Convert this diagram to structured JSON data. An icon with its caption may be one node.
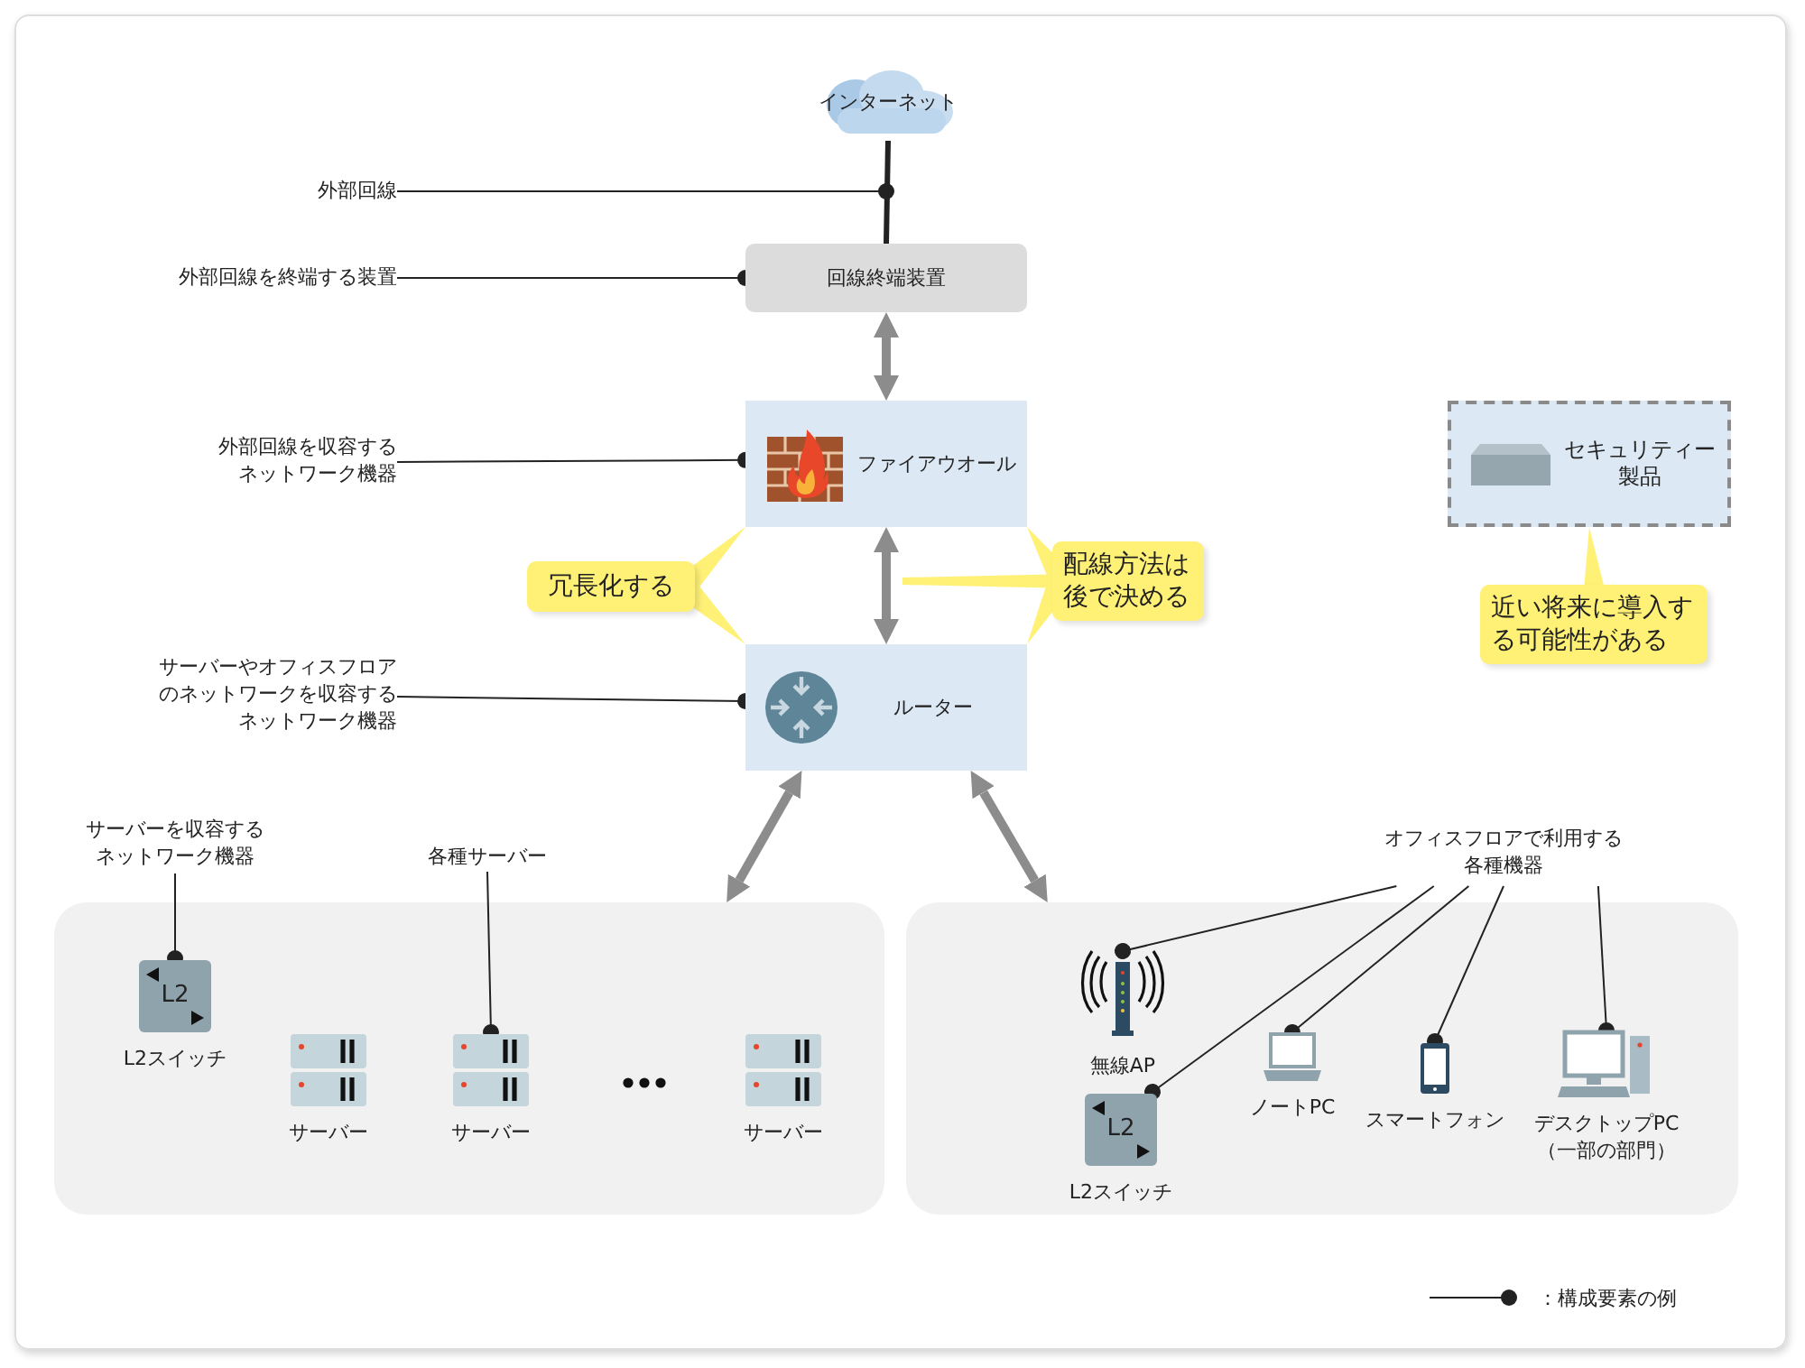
{
  "diagram": {
    "nodes": [
      {
        "text": [
          "インターネット"
        ]
      },
      {
        "text": [
          "回線終端装置"
        ]
      },
      {
        "text": [
          "ファイアウオール"
        ]
      },
      {
        "text": [
          "ルーター"
        ]
      },
      {
        "text": [
          "セキュリティー製品"
        ]
      },
      {
        "text": [
          "冗長化する"
        ]
      },
      {
        "text": [
          "配線方法は後で決める"
        ]
      },
      {
        "text": [
          "近い将来に導入する可能性がある"
        ]
      },
      {
        "text": [
          "外部回線"
        ]
      },
      {
        "text": [
          "外部回線を終端する装置"
        ]
      },
      {
        "text": [
          "外部回線を収容するネットワーク機器"
        ]
      },
      {
        "text": [
          "サーバーやオフィスフロアのネットワークを収容するネットワーク機器"
        ]
      },
      {
        "text": [],
        "shape": "box"
      },
      {
        "text": [],
        "shape": "box"
      },
      {
        "text": [
          "L2",
          "L2スイッチ"
        ],
        "in": 12
      },
      {
        "text": [
          "サーバー"
        ],
        "in": 12
      },
      {
        "text": [
          "サーバー"
        ],
        "in": 12
      },
      {
        "text": [
          "サーバー"
        ],
        "in": 12
      },
      {
        "text": [
          "無線AP"
        ],
        "in": 13
      },
      {
        "text": [
          "L2",
          "L2スイッチ"
        ],
        "in": 13
      },
      {
        "text": [
          "ノートPC"
        ],
        "in": 13
      },
      {
        "text": [
          "スマートフォン"
        ],
        "in": 13
      },
      {
        "text": [
          "デスクトップPC（一部の部門）"
        ],
        "in": 13
      },
      {
        "text": [
          "サーバーを収容するネットワーク機器"
        ]
      },
      {
        "text": [
          "各種サーバー"
        ]
      },
      {
        "text": [
          "オフィスフロアで利用する各種機器"
        ]
      }
    ],
    "edges": [
      {
        "from": 0,
        "to": 1,
        "arrow": "none",
        "style": "thick"
      },
      {
        "from": 1,
        "to": 2,
        "arrow": "both",
        "style": "thick",
        "color": "#8c8c8c"
      },
      {
        "from": 2,
        "to": 3,
        "arrow": "both",
        "style": "thick",
        "color": "#8c8c8c"
      },
      {
        "from": 3,
        "to": 12,
        "arrow": "both",
        "style": "thick",
        "color": "#8c8c8c"
      },
      {
        "from": 3,
        "to": 13,
        "arrow": "both",
        "style": "thick",
        "color": "#8c8c8c"
      },
      {
        "from": 8,
        "to": null,
        "arrow": "other"
      },
      {
        "from": 9,
        "to": 1,
        "arrow": "other"
      },
      {
        "from": 10,
        "to": 2,
        "arrow": "other"
      },
      {
        "from": 11,
        "to": 3,
        "arrow": "other"
      },
      {
        "from": 23,
        "to": 14,
        "arrow": "other"
      },
      {
        "from": 24,
        "to": 16,
        "arrow": "other"
      },
      {
        "from": 25,
        "to": 18,
        "arrow": "other"
      },
      {
        "from": 25,
        "to": 19,
        "arrow": "other"
      },
      {
        "from": 25,
        "to": 20,
        "arrow": "other"
      },
      {
        "from": 25,
        "to": 21,
        "arrow": "other"
      },
      {
        "from": 25,
        "to": 22,
        "arrow": "other"
      },
      {
        "from": 5,
        "to": 2,
        "arrow": "none",
        "color": "#fff176"
      },
      {
        "from": 5,
        "to": 3,
        "arrow": "none",
        "color": "#fff176"
      },
      {
        "from": 6,
        "to": 2,
        "arrow": "none",
        "color": "#fff176"
      },
      {
        "from": 6,
        "to": null,
        "arrow": "none",
        "color": "#fff176"
      },
      {
        "from": 6,
        "to": 3,
        "arrow": "none",
        "color": "#fff176"
      },
      {
        "from": 7,
        "to": 4,
        "arrow": "none",
        "color": "#fff176"
      }
    ],
    "legend": [
      {
        "text": "：構成要素の例"
      }
    ]
  }
}
